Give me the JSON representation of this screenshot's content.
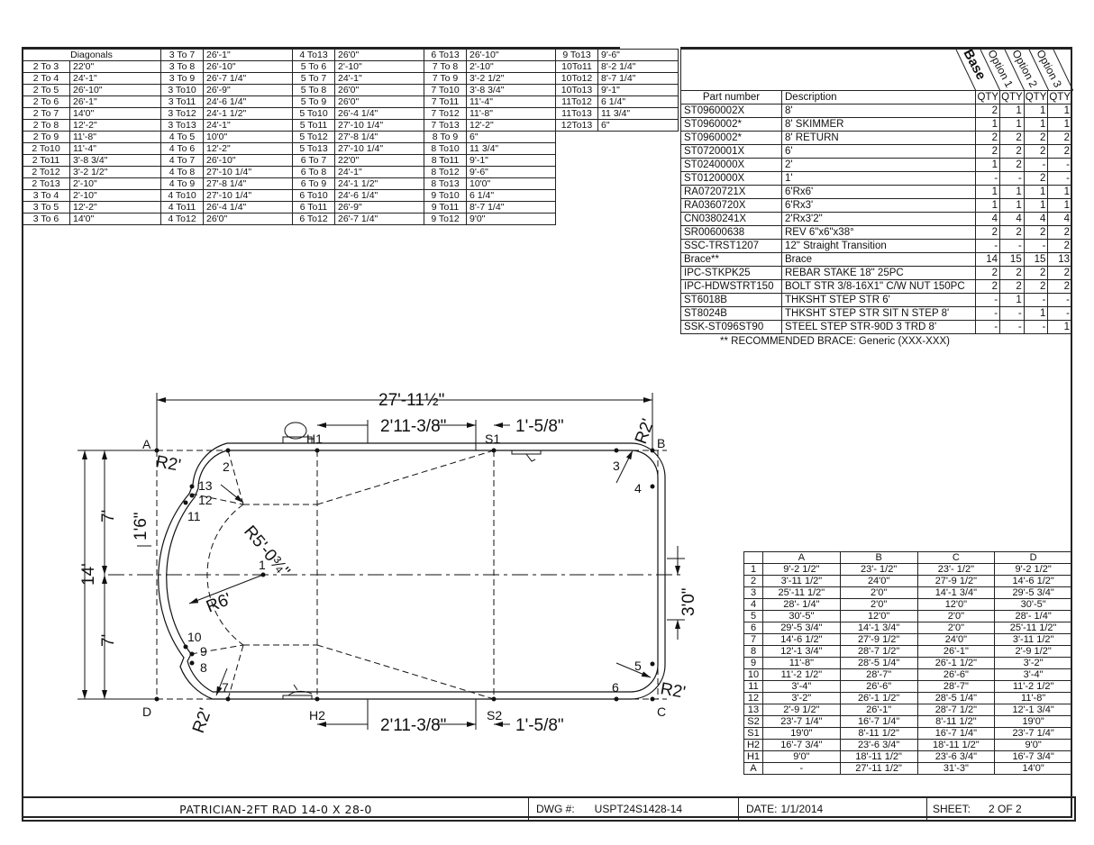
{
  "diagonals": {
    "header": "Diagonals",
    "columns": [
      [
        [
          "2 To 3",
          "22'0\""
        ],
        [
          "2 To 4",
          "24'-1\""
        ],
        [
          "2 To 5",
          "26'-10\""
        ],
        [
          "2 To 6",
          "26'-1\""
        ],
        [
          "2 To 7",
          "14'0\""
        ],
        [
          "2 To 8",
          "12'-2\""
        ],
        [
          "2 To 9",
          "11'-8\""
        ],
        [
          "2 To10",
          "11'-4\""
        ],
        [
          "2 To11",
          "3'-8 3/4\""
        ],
        [
          "2 To12",
          "3'-2 1/2\""
        ],
        [
          "2 To13",
          "2'-10\""
        ],
        [
          "3 To 4",
          "2'-10\""
        ],
        [
          "3 To 5",
          "12'-2\""
        ],
        [
          "3 To 6",
          "14'0\""
        ]
      ],
      [
        [
          "3 To 7",
          "26'-1\""
        ],
        [
          "3 To 8",
          "26'-10\""
        ],
        [
          "3 To 9",
          "26'-7 1/4\""
        ],
        [
          "3 To10",
          "26'-9\""
        ],
        [
          "3 To11",
          "24'-6 1/4\""
        ],
        [
          "3 To12",
          "24'-1 1/2\""
        ],
        [
          "3 To13",
          "24'-1\""
        ],
        [
          "4 To 5",
          "10'0\""
        ],
        [
          "4 To 6",
          "12'-2\""
        ],
        [
          "4 To 7",
          "26'-10\""
        ],
        [
          "4 To 8",
          "27'-10 1/4\""
        ],
        [
          "4 To 9",
          "27'-8 1/4\""
        ],
        [
          "4 To10",
          "27'-10 1/4\""
        ],
        [
          "4 To11",
          "26'-4 1/4\""
        ],
        [
          "4 To12",
          "26'0\""
        ]
      ],
      [
        [
          "4 To13",
          "26'0\""
        ],
        [
          "5 To 6",
          "2'-10\""
        ],
        [
          "5 To 7",
          "24'-1\""
        ],
        [
          "5 To 8",
          "26'0\""
        ],
        [
          "5 To 9",
          "26'0\""
        ],
        [
          "5 To10",
          "26'-4 1/4\""
        ],
        [
          "5 To11",
          "27'-10 1/4\""
        ],
        [
          "5 To12",
          "27'-8 1/4\""
        ],
        [
          "5 To13",
          "27'-10 1/4\""
        ],
        [
          "6 To 7",
          "22'0\""
        ],
        [
          "6 To 8",
          "24'-1\""
        ],
        [
          "6 To 9",
          "24'-1 1/2\""
        ],
        [
          "6 To10",
          "24'-6 1/4\""
        ],
        [
          "6 To11",
          "26'-9\""
        ],
        [
          "6 To12",
          "26'-7 1/4\""
        ]
      ],
      [
        [
          "6 To13",
          "26'-10\""
        ],
        [
          "7 To 8",
          "2'-10\""
        ],
        [
          "7 To 9",
          "3'-2 1/2\""
        ],
        [
          "7 To10",
          "3'-8 3/4\""
        ],
        [
          "7 To11",
          "11'-4\""
        ],
        [
          "7 To12",
          "11'-8\""
        ],
        [
          "7 To13",
          "12'-2\""
        ],
        [
          "8 To 9",
          "6\""
        ],
        [
          "8 To10",
          "11 3/4\""
        ],
        [
          "8 To11",
          "9'-1\""
        ],
        [
          "8 To12",
          "9'-6\""
        ],
        [
          "8 To13",
          "10'0\""
        ],
        [
          "9 To10",
          "6 1/4\""
        ],
        [
          "9 To11",
          "8'-7 1/4\""
        ],
        [
          "9 To12",
          "9'0\""
        ]
      ],
      [
        [
          "9 To13",
          "9'-6\""
        ],
        [
          "10To11",
          "8'-2 1/4\""
        ],
        [
          "10To12",
          "8'-7 1/4\""
        ],
        [
          "10To13",
          "9'-1\""
        ],
        [
          "11To12",
          "6 1/4\""
        ],
        [
          "11To13",
          "11 3/4\""
        ],
        [
          "12To13",
          "6\""
        ]
      ]
    ]
  },
  "parts": {
    "option_headers": [
      "Base",
      "Option 1",
      "Option 2",
      "Option 3"
    ],
    "col_part": "Part number",
    "col_desc": "Description",
    "col_qty": "QTY",
    "rows": [
      {
        "part": "ST0960002X",
        "desc": "8'",
        "q": [
          "2",
          "1",
          "1",
          "1"
        ]
      },
      {
        "part": "ST0960002*",
        "desc": "8' SKIMMER",
        "q": [
          "1",
          "1",
          "1",
          "1"
        ]
      },
      {
        "part": "ST0960002*",
        "desc": "8' RETURN",
        "q": [
          "2",
          "2",
          "2",
          "2"
        ]
      },
      {
        "part": "ST0720001X",
        "desc": "6'",
        "q": [
          "2",
          "2",
          "2",
          "2"
        ]
      },
      {
        "part": "ST0240000X",
        "desc": "2'",
        "q": [
          "1",
          "2",
          "-",
          "-"
        ]
      },
      {
        "part": "ST0120000X",
        "desc": "1'",
        "q": [
          "-",
          "-",
          "2",
          "-"
        ]
      },
      {
        "part": "RA0720721X",
        "desc": "6'Rx6'",
        "q": [
          "1",
          "1",
          "1",
          "1"
        ]
      },
      {
        "part": "RA0360720X",
        "desc": "6'Rx3'",
        "q": [
          "1",
          "1",
          "1",
          "1"
        ]
      },
      {
        "part": "CN0380241X",
        "desc": "2'Rx3'2\"",
        "q": [
          "4",
          "4",
          "4",
          "4"
        ]
      },
      {
        "part": "SR00600638",
        "desc": "REV 6\"x6\"x38°",
        "q": [
          "2",
          "2",
          "2",
          "2"
        ]
      },
      {
        "part": "SSC-TRST1207",
        "desc": "12\" Straight Transition",
        "q": [
          "-",
          "-",
          "-",
          "2"
        ]
      },
      {
        "part": "Brace**",
        "desc": "Brace",
        "q": [
          "14",
          "15",
          "15",
          "13"
        ]
      },
      {
        "part": "IPC-STKPK25",
        "desc": "REBAR STAKE 18\" 25PC",
        "q": [
          "2",
          "2",
          "2",
          "2"
        ]
      },
      {
        "part": "IPC-HDWSTRT150",
        "desc": "BOLT STR 3/8-16X1\" C/W NUT 150PC",
        "q": [
          "2",
          "2",
          "2",
          "2"
        ]
      },
      {
        "part": "ST6018B",
        "desc": "THKSHT STEP STR 6'",
        "q": [
          "-",
          "1",
          "-",
          "-"
        ]
      },
      {
        "part": "ST8024B",
        "desc": "THKSHT STEP STR SIT N STEP 8'",
        "q": [
          "-",
          "-",
          "1",
          "-"
        ]
      },
      {
        "part": "SSK-ST096ST90",
        "desc": "STEEL STEP STR-90D 3 TRD 8'",
        "q": [
          "-",
          "-",
          "-",
          "1"
        ]
      }
    ],
    "note": "** RECOMMENDED BRACE:  Generic (XXX-XXX)"
  },
  "coords": {
    "headers": [
      "",
      "A",
      "B",
      "C",
      "D"
    ],
    "rows": [
      [
        "1",
        "9'-2 1/2\"",
        "23'- 1/2\"",
        "23'- 1/2\"",
        "9'-2 1/2\""
      ],
      [
        "2",
        "3'-11 1/2\"",
        "24'0\"",
        "27'-9 1/2\"",
        "14'-6 1/2\""
      ],
      [
        "3",
        "25'-11 1/2\"",
        "2'0\"",
        "14'-1 3/4\"",
        "29'-5 3/4\""
      ],
      [
        "4",
        "28'- 1/4\"",
        "2'0\"",
        "12'0\"",
        "30'-5\""
      ],
      [
        "5",
        "30'-5\"",
        "12'0\"",
        "2'0\"",
        "28'- 1/4\""
      ],
      [
        "6",
        "29'-5 3/4\"",
        "14'-1 3/4\"",
        "2'0\"",
        "25'-11 1/2\""
      ],
      [
        "7",
        "14'-6 1/2\"",
        "27'-9 1/2\"",
        "24'0\"",
        "3'-11 1/2\""
      ],
      [
        "8",
        "12'-1 3/4\"",
        "28'-7 1/2\"",
        "26'-1\"",
        "2'-9 1/2\""
      ],
      [
        "9",
        "11'-8\"",
        "28'-5 1/4\"",
        "26'-1 1/2\"",
        "3'-2\""
      ],
      [
        "10",
        "11'-2 1/2\"",
        "28'-7\"",
        "26'-6\"",
        "3'-4\""
      ],
      [
        "11",
        "3'-4\"",
        "26'-6\"",
        "28'-7\"",
        "11'-2 1/2\""
      ],
      [
        "12",
        "3'-2\"",
        "26'-1 1/2\"",
        "28'-5 1/4\"",
        "11'-8\""
      ],
      [
        "13",
        "2'-9 1/2\"",
        "26'-1\"",
        "28'-7 1/2\"",
        "12'-1 3/4\""
      ],
      [
        "S2",
        "23'-7 1/4\"",
        "16'-7 1/4\"",
        "8'-11 1/2\"",
        "19'0\""
      ],
      [
        "S1",
        "19'0\"",
        "8'-11 1/2\"",
        "16'-7 1/4\"",
        "23'-7 1/4\""
      ],
      [
        "H2",
        "16'-7 3/4\"",
        "23'-6 3/4\"",
        "18'-11 1/2\"",
        "9'0\""
      ],
      [
        "H1",
        "9'0\"",
        "18'-11 1/2\"",
        "23'-6 3/4\"",
        "16'-7 3/4\""
      ],
      [
        "A",
        "-",
        "27'-11 1/2\"",
        "31'-3\"",
        "14'0\""
      ]
    ]
  },
  "drawing": {
    "overall_length": "27'-11½\"",
    "overall_width": "14'",
    "half_width_top": "7'",
    "half_width_bottom": "7'",
    "step_offset": "1'6\"",
    "hopper_to_skimmer_top": "2'11-3/8\"",
    "skimmer_offset_top": "1'-5/8\"",
    "hopper_to_skimmer_bottom": "2'11-3/8\"",
    "skimmer_offset_bottom": "1'-5/8\"",
    "return_offset": "3'0\"",
    "radius_corner_a": "R2'",
    "radius_corner_b": "R2'",
    "radius_corner_c": "R2'",
    "radius_corner_d": "R2'",
    "radius_end": "R6'",
    "radius_inner": "R5'-0¾\"",
    "corner_labels": [
      "A",
      "B",
      "C",
      "D"
    ],
    "point_labels": [
      "1",
      "2",
      "3",
      "4",
      "5",
      "6",
      "7",
      "8",
      "9",
      "10",
      "11",
      "12",
      "13"
    ],
    "fixture_labels": [
      "H1",
      "H2",
      "S1",
      "S2"
    ]
  },
  "title_block": {
    "title": "PATRICIAN-2FT RAD 14-0 X 28-0",
    "dwg_label": "DWG #:",
    "dwg_number": "USPT24S1428-14",
    "date_label": "DATE:",
    "date": "1/1/2014",
    "sheet_label": "SHEET:",
    "sheet": "2 OF 2"
  }
}
